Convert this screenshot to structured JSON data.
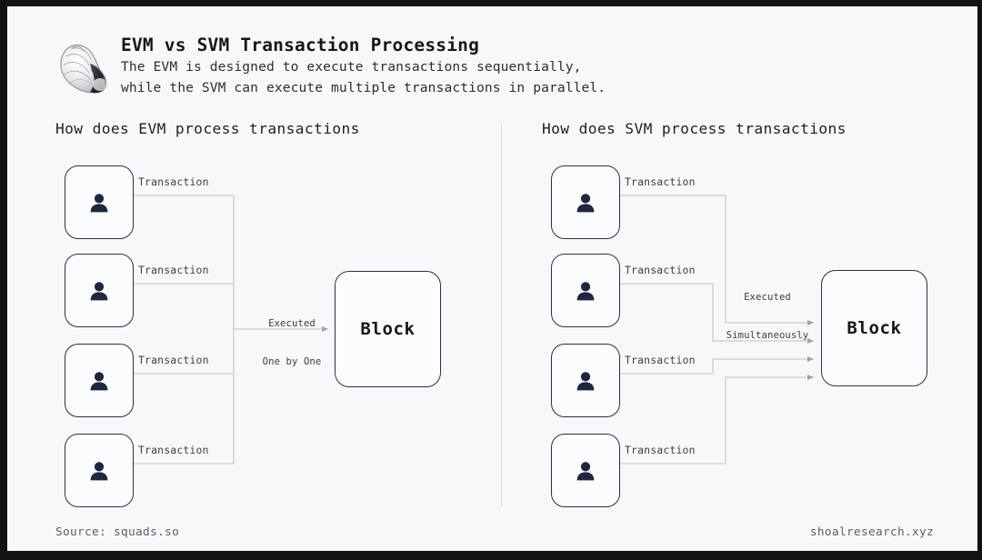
{
  "header": {
    "logo_icon": "snail-shell-icon",
    "title": "EVM vs SVM Transaction Processing",
    "subtitle_line_1": "The EVM is designed to execute transactions sequentially,",
    "subtitle_line_2": "while the SVM can execute multiple transactions in parallel."
  },
  "columns": {
    "evm": {
      "heading": "How does EVM process transactions",
      "edge_labels": [
        "Transaction",
        "Transaction",
        "Transaction",
        "Transaction"
      ],
      "execution_label_line_1": "Executed",
      "execution_label_line_2": "One by One",
      "block_label": "Block",
      "user_icon": "person-icon"
    },
    "svm": {
      "heading": "How does SVM process transactions",
      "edge_labels": [
        "Transaction",
        "Transaction",
        "Transaction",
        "Transaction"
      ],
      "execution_label_line_1": "Executed",
      "execution_label_line_2": "Simultaneously",
      "block_label": "Block",
      "user_icon": "person-icon"
    }
  },
  "footer": {
    "source": "Source: squads.so",
    "site": "shoalresearch.xyz"
  },
  "colors": {
    "background": "#f7f8f9",
    "letterbox": "#111214",
    "box_stroke": "#2c3142",
    "box_fill": "#fbfcfd",
    "wire": "#c9ccd1",
    "person_icon": "#1f2740",
    "divider": "#dcdee1",
    "title_text": "#15171a",
    "muted_text": "#5d6168"
  }
}
